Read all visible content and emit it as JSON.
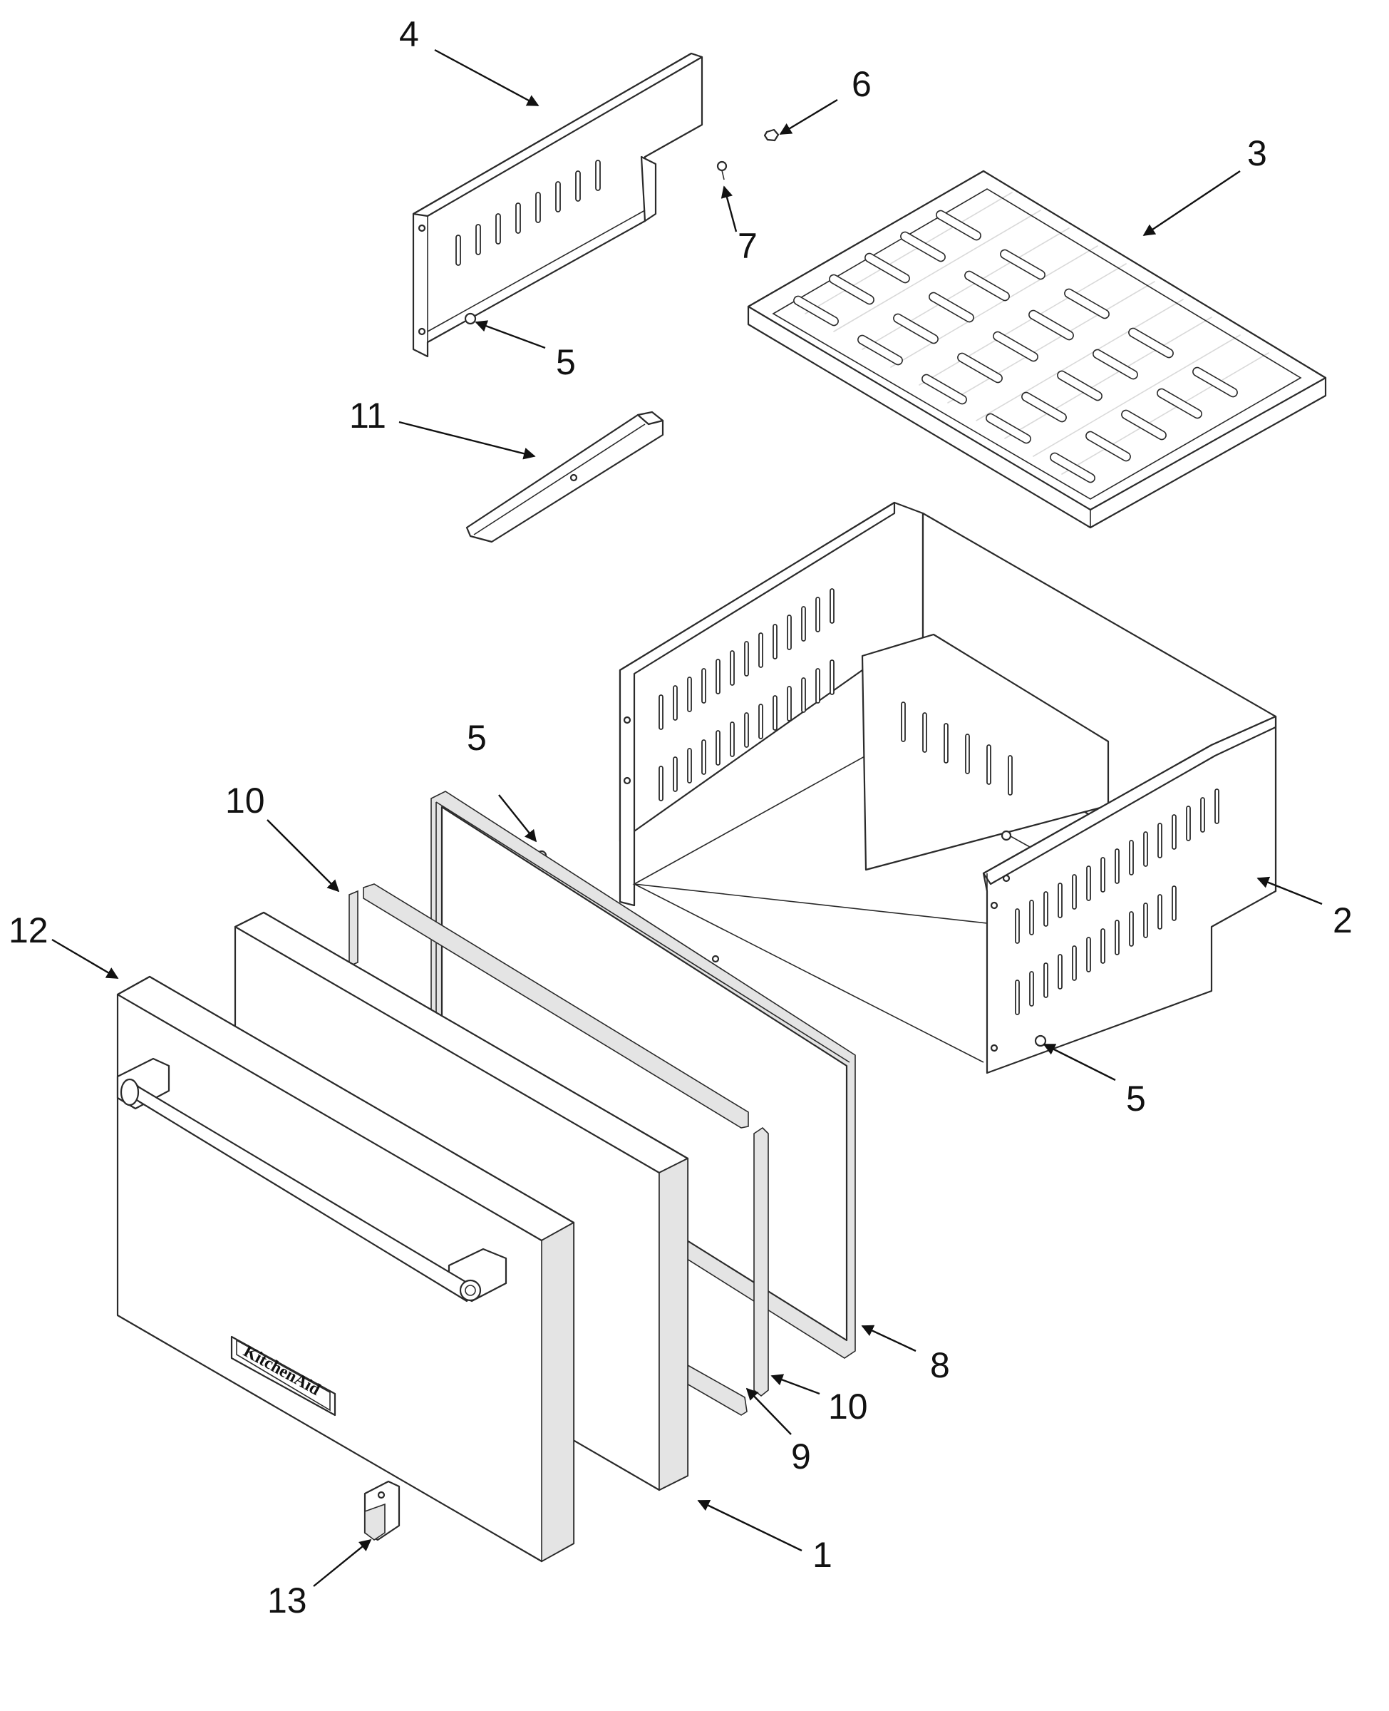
{
  "diagram": {
    "brand_logo": "KitchenAid",
    "callouts": [
      {
        "id": "4",
        "label": "4"
      },
      {
        "id": "6",
        "label": "6"
      },
      {
        "id": "3",
        "label": "3"
      },
      {
        "id": "7",
        "label": "7"
      },
      {
        "id": "5a",
        "label": "5"
      },
      {
        "id": "11",
        "label": "11"
      },
      {
        "id": "5b",
        "label": "5"
      },
      {
        "id": "10a",
        "label": "10"
      },
      {
        "id": "2",
        "label": "2"
      },
      {
        "id": "12",
        "label": "12"
      },
      {
        "id": "5c",
        "label": "5"
      },
      {
        "id": "8",
        "label": "8"
      },
      {
        "id": "10b",
        "label": "10"
      },
      {
        "id": "9",
        "label": "9"
      },
      {
        "id": "1",
        "label": "1"
      },
      {
        "id": "13",
        "label": "13"
      }
    ]
  }
}
